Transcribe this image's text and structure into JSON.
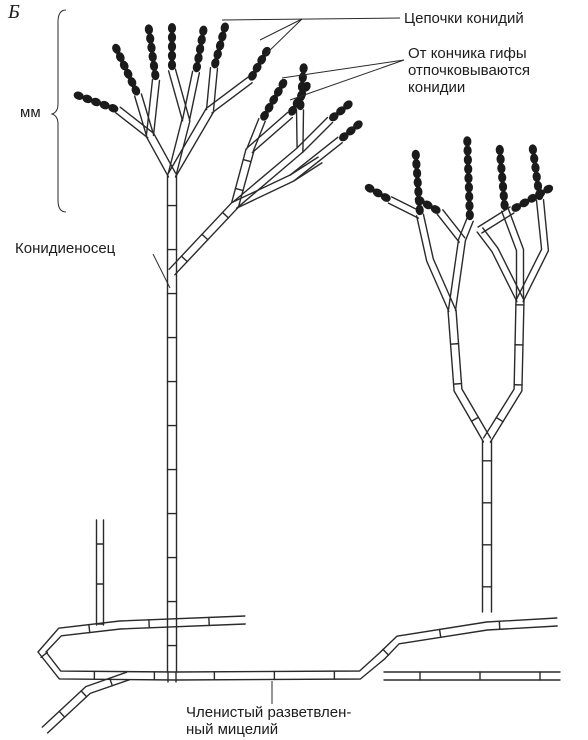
{
  "panel_letter": "Б",
  "labels": {
    "conidia_chains": "Цепочки конидий",
    "budding_tip": "От кончика гифы\nотпочковываются\nконидии",
    "scale_unit": "мм",
    "conidiophore": "Конидиеносец",
    "mycelium": "Членистый разветвлен-\nный мицелий"
  },
  "colors": {
    "background": "#ffffff",
    "line": "#2a2a2a",
    "conidium": "#1b1b1b",
    "text": "#1c1c1c"
  }
}
